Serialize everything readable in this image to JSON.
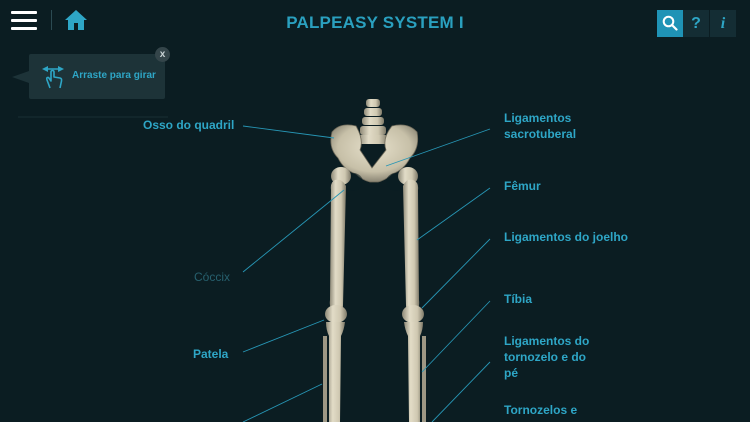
{
  "header": {
    "title": "PALPEASY SYSTEM I",
    "help_label": "?",
    "info_label": "i"
  },
  "hint": {
    "text": "Arraste para girar",
    "close_label": "x"
  },
  "labels": {
    "osso_quadril": "Osso do quadril",
    "coccix": "Cóccix",
    "patela": "Patela",
    "lig_sacro_1": "Ligamentos",
    "lig_sacro_2": "sacrotuberal",
    "femur": "Fêmur",
    "lig_joelho": "Ligamentos do joelho",
    "tibia": "Tíbia",
    "lig_tornozelo_1": "Ligamentos do",
    "lig_tornozelo_2": "tornozelo e do",
    "lig_tornozelo_3": "pé",
    "tornozelos": "Tornozelos e"
  },
  "colors": {
    "background": "#0b1d22",
    "accent": "#2ea6c6",
    "label_dim": "#27606e",
    "bone": "#d8d2bd"
  },
  "icons": {
    "menu": "menu-icon",
    "home": "home-icon",
    "search": "search-icon",
    "rotate": "drag-rotate-icon"
  }
}
